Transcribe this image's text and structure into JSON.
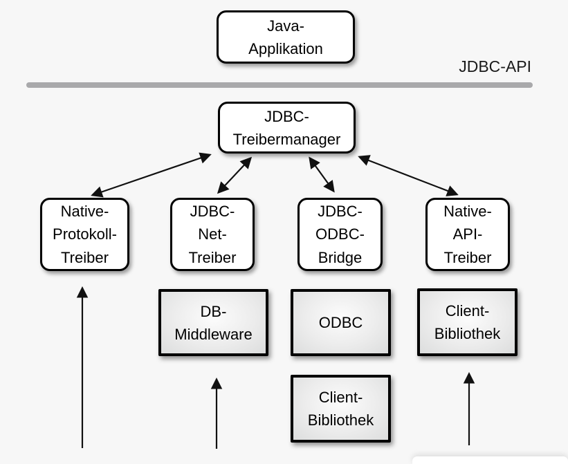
{
  "api_label": "JDBC-API",
  "nodes": {
    "java_app": {
      "label": "Java-\nApplikation"
    },
    "treibermanager": {
      "label": "JDBC-\nTreibermanager"
    },
    "native_protokoll": {
      "label": "Native-\nProtokoll-\nTreiber"
    },
    "jdbc_net": {
      "label": "JDBC-\nNet-\nTreiber"
    },
    "jdbc_odbc": {
      "label": "JDBC-\nODBC-\nBridge"
    },
    "native_api": {
      "label": "Native-\nAPI-\nTreiber"
    },
    "db_middleware": {
      "label": "DB-\nMiddleware"
    },
    "odbc": {
      "label": "ODBC"
    },
    "client_bibliothek_right": {
      "label": "Client-\nBibliothek"
    },
    "client_bibliothek_bottom": {
      "label": "Client-\nBibliothek"
    }
  },
  "colors": {
    "background": "#f7f7f7",
    "box_fill": "#ffffff",
    "box_border": "#000000",
    "gray_box_fill": "#e3e3e3",
    "divider": "#a9a9ab",
    "arrow": "#111111"
  }
}
